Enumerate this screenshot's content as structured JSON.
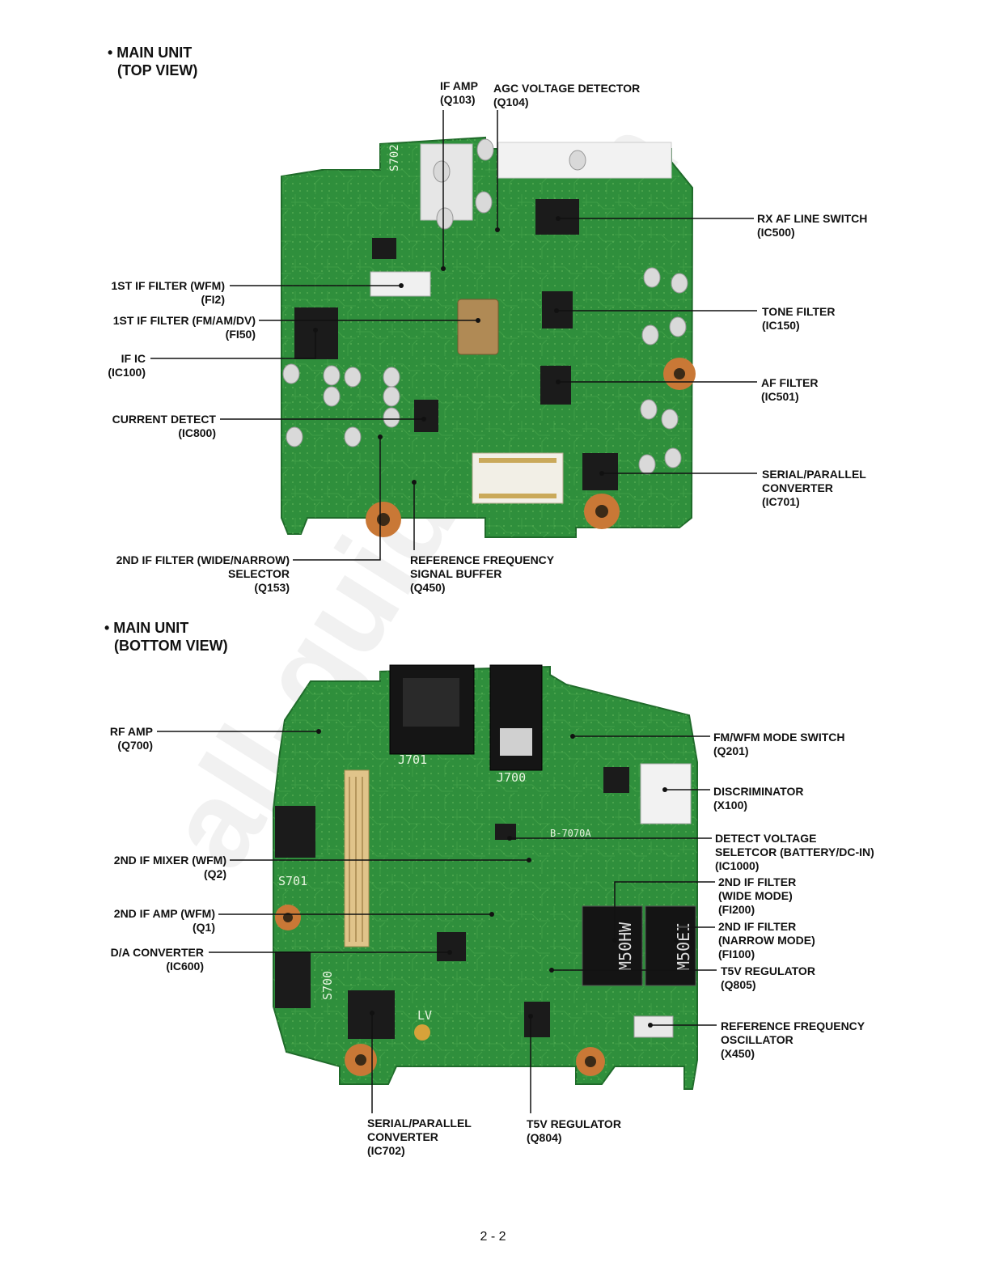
{
  "top_view": {
    "title_line1": "• MAIN UNIT",
    "title_line2": "(TOP VIEW)",
    "pcb_text": "S702",
    "labels": [
      {
        "line1": "IF AMP",
        "line2": "(Q103)"
      },
      {
        "line1": "AGC VOLTAGE DETECTOR",
        "line2": "(Q104)"
      },
      {
        "line1": "RX AF LINE SWITCH",
        "line2": "(IC500)"
      },
      {
        "line1": "1ST IF FILTER (WFM)",
        "line2": "(FI2)"
      },
      {
        "line1": "1ST IF FILTER (FM/AM/DV)",
        "line2": "(FI50)"
      },
      {
        "line1": "TONE FILTER",
        "line2": "(IC150)"
      },
      {
        "line1": "IF IC",
        "line2": "(IC100)"
      },
      {
        "line1": "AF FILTER",
        "line2": "(IC501)"
      },
      {
        "line1": "CURRENT DETECT",
        "line2": "(IC800)"
      },
      {
        "line1": "SERIAL/PARALLEL",
        "line2": "CONVERTER",
        "line3": "(IC701)"
      },
      {
        "line1": "2ND IF FILTER (WIDE/NARROW)",
        "line2": "SELECTOR",
        "line3": "(Q153)"
      },
      {
        "line1": "REFERENCE FREQUENCY",
        "line2": "SIGNAL BUFFER",
        "line3": "(Q450)"
      }
    ]
  },
  "bottom_view": {
    "title_line1": "• MAIN UNIT",
    "title_line2": "(BOTTOM VIEW)",
    "pcb_text": {
      "j701": "J701",
      "j700": "J700",
      "s701": "S701",
      "s700": "S700",
      "lv": "LV",
      "fi200": "M50HW",
      "fi100": "M50EI",
      "board_id": "B-7070A"
    },
    "labels": [
      {
        "line1": "RF AMP",
        "line2": "(Q700)"
      },
      {
        "line1": "FM/WFM MODE SWITCH",
        "line2": "(Q201)"
      },
      {
        "line1": "DISCRIMINATOR",
        "line2": "(X100)"
      },
      {
        "line1": "DETECT VOLTAGE",
        "line2": "SELETCOR (BATTERY/DC-IN)",
        "line3": "(IC1000)"
      },
      {
        "line1": "2ND IF MIXER (WFM)",
        "line2": "(Q2)"
      },
      {
        "line1": "2ND IF FILTER",
        "line2": "(WIDE MODE)",
        "line3": "(FI200)"
      },
      {
        "line1": "2ND IF AMP (WFM)",
        "line2": "(Q1)"
      },
      {
        "line1": "2ND IF FILTER",
        "line2": "(NARROW MODE)",
        "line3": "(FI100)"
      },
      {
        "line1": "D/A CONVERTER",
        "line2": "(IC600)"
      },
      {
        "line1": "T5V REGULATOR",
        "line2": "(Q805)"
      },
      {
        "line1": "REFERENCE FREQUENCY",
        "line2": "OSCILLATOR",
        "line3": "(X450)"
      },
      {
        "line1": "SERIAL/PARALLEL",
        "line2": "CONVERTER",
        "line3": "(IC702)"
      },
      {
        "line1": "T5V REGULATOR",
        "line2": "(Q804)"
      }
    ]
  },
  "watermark": "all-guides.com",
  "page_number": "2 - 2",
  "colors": {
    "pcb_green": "#2f8f3c",
    "pcb_dark": "#1f6b2a",
    "pad_copper": "#c97836",
    "ic_black": "#1b1b1b",
    "pad_silver": "#d9d9d9"
  }
}
